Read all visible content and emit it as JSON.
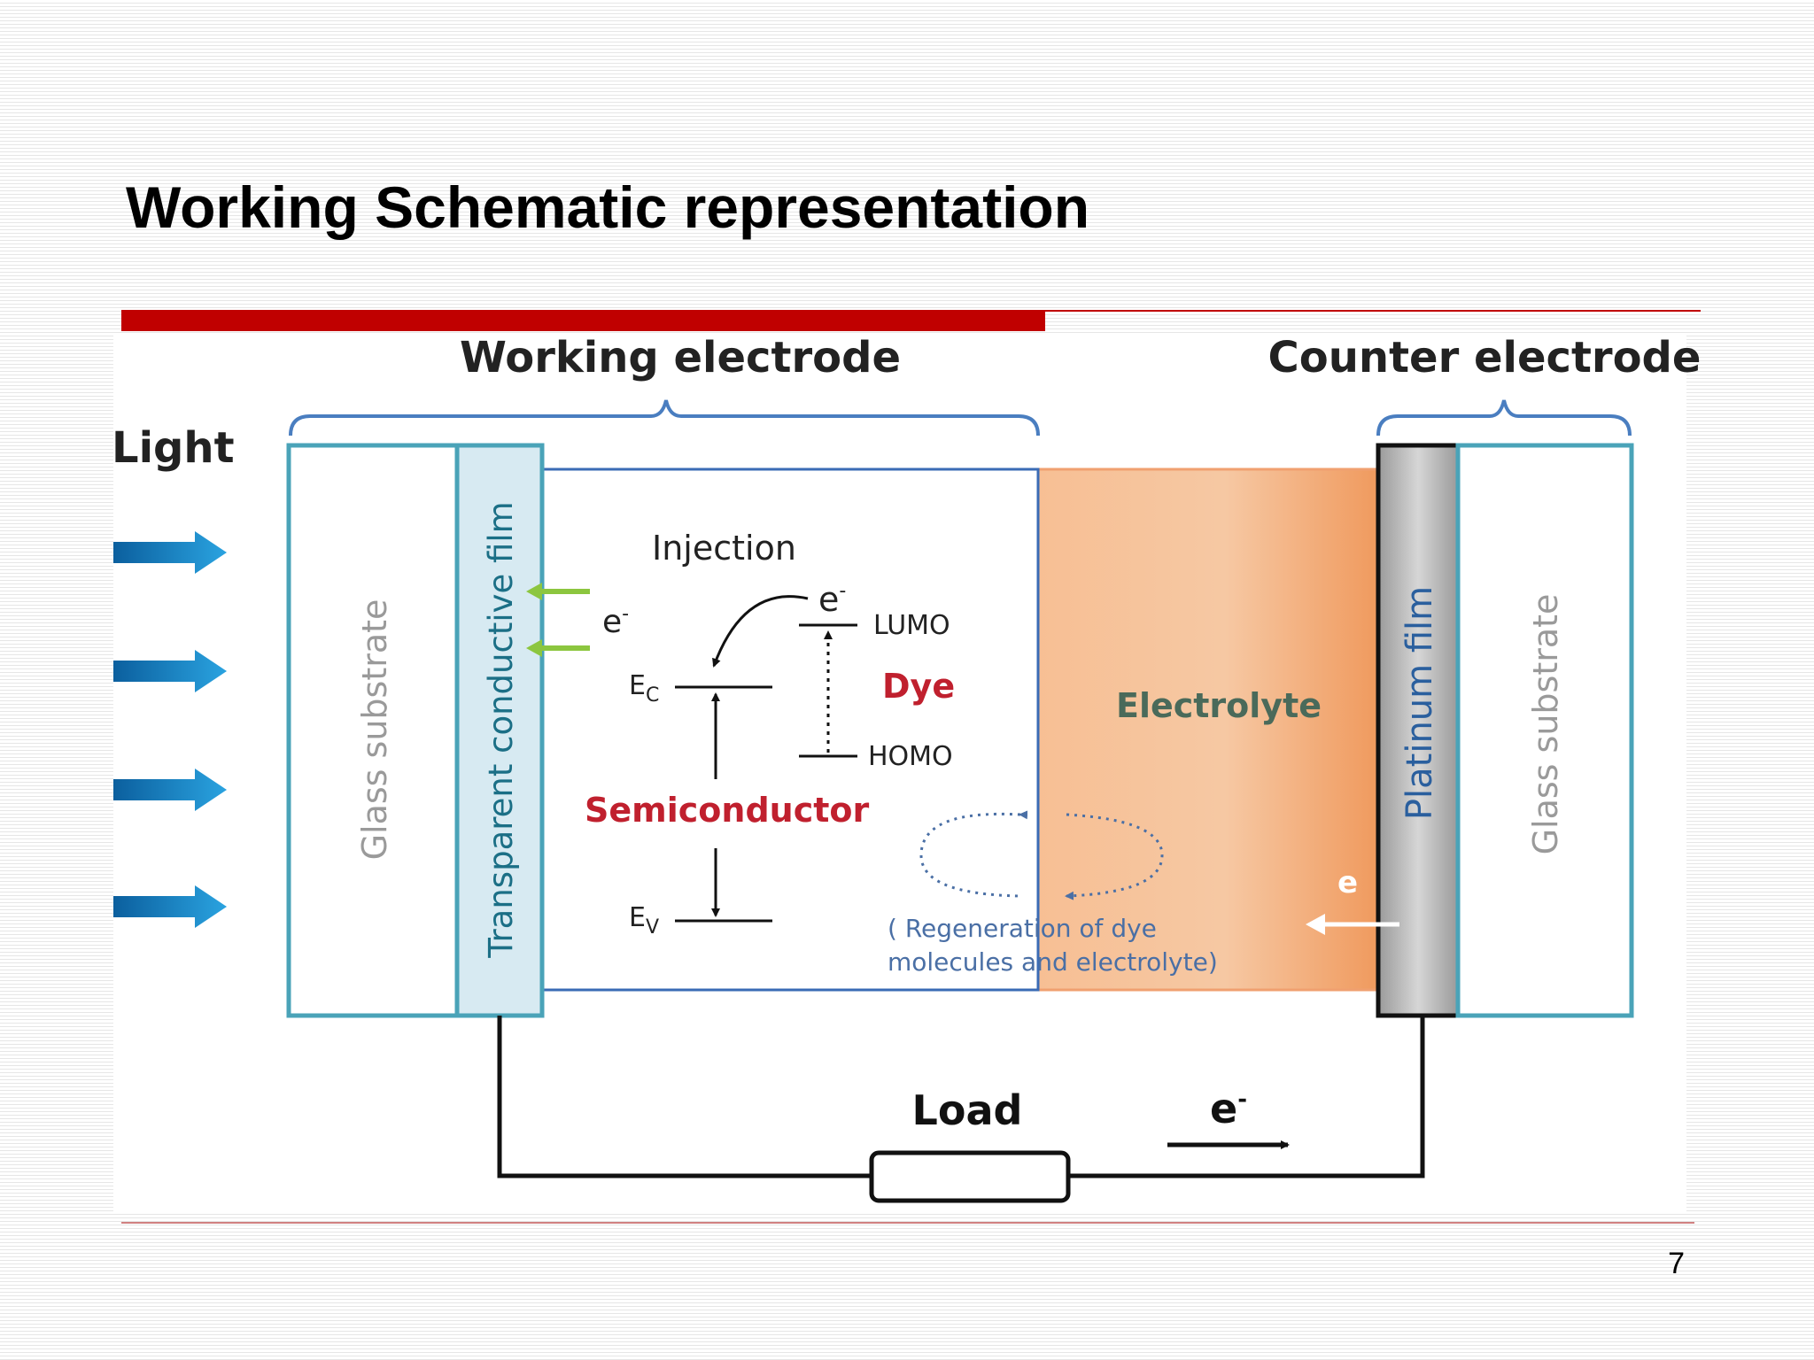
{
  "slide": {
    "title": "Working Schematic representation",
    "page_number": "7"
  },
  "diagram": {
    "working_electrode": "Working electrode",
    "counter_electrode": "Counter electrode",
    "light": "Light",
    "glass_substrate_left": "Glass substrate",
    "transparent_film": "Transparent conductive film",
    "injection": "Injection",
    "electron": "e",
    "electron_sup": "-",
    "lumo": "LUMO",
    "homo": "HOMO",
    "dye": "Dye",
    "ec_main": "E",
    "ec_sub": "C",
    "ev_main": "E",
    "ev_sub": "V",
    "semiconductor": "Semiconductor",
    "electrolyte": "Electrolyte",
    "regeneration_line1": "( Regeneration of dye",
    "regeneration_line2": "molecules and electrolyte)",
    "platinum_film": "Platinum film",
    "glass_substrate_right": "Glass substrate",
    "load": "Load",
    "circuit_electron": "e",
    "circuit_electron_sup": "-"
  },
  "colors": {
    "accent_red": "#c00000",
    "light_arrow_blue": "#1a8fd0",
    "electrode_border": "#4aa3b8",
    "electrolyte_orange": "#f2a56e",
    "dye_red": "#c0202e",
    "green_arrow": "#8cc63f",
    "platinum_gray": "#a8a8a8"
  }
}
